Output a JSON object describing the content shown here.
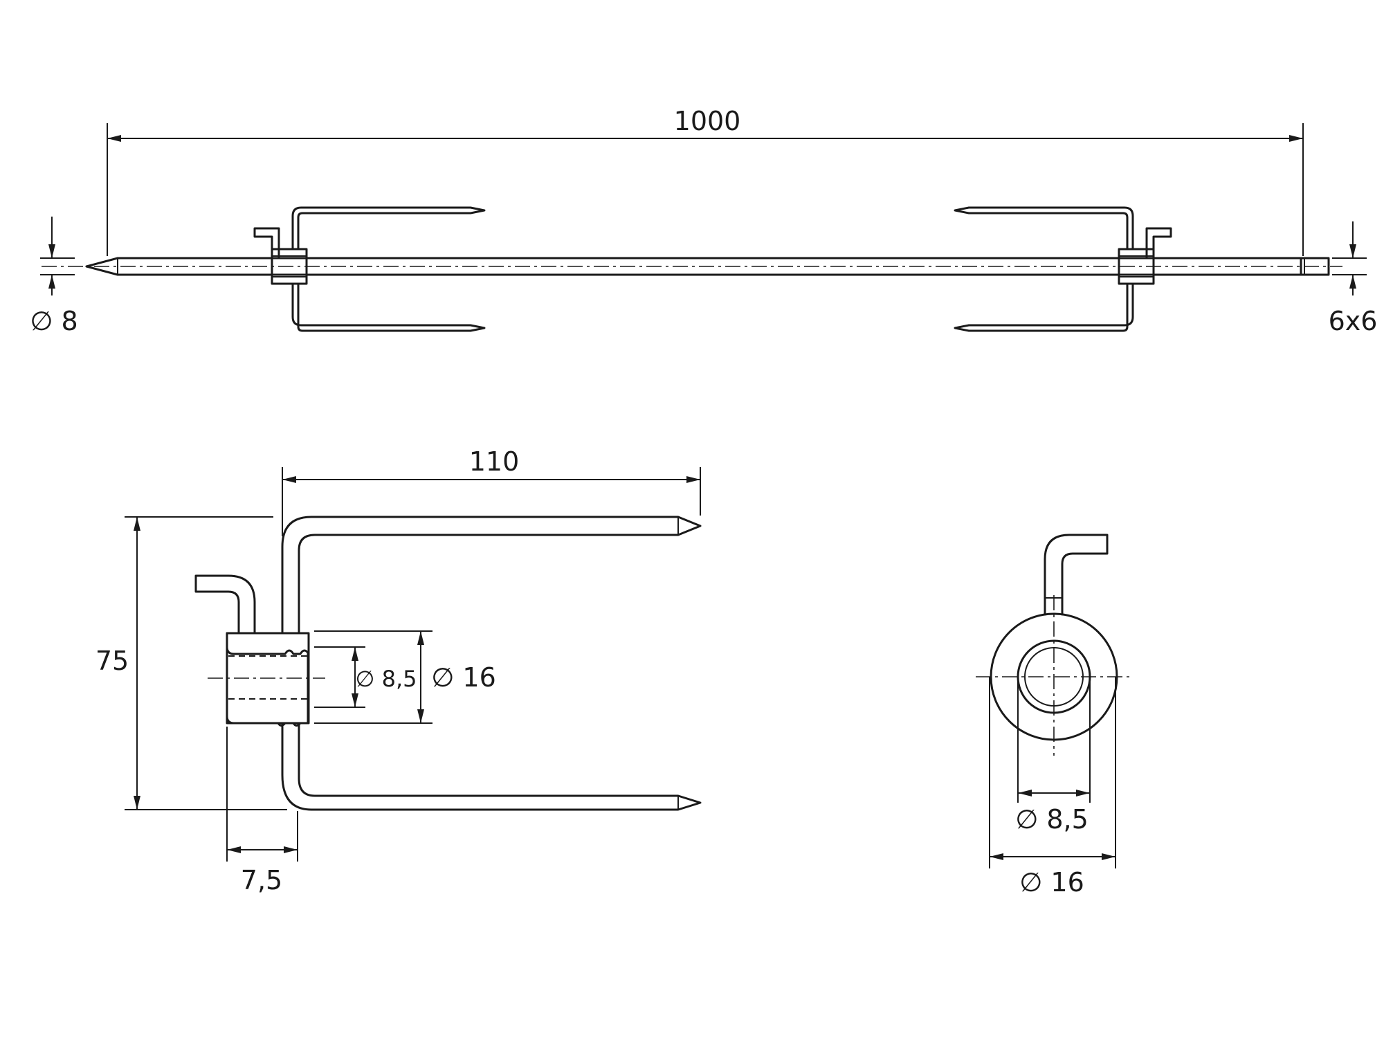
{
  "dimensions": {
    "total_length": "1000",
    "shaft_diameter": "∅ 8",
    "square_end": "6x6",
    "fork_length": "110",
    "fork_height": "75",
    "hub_width": "7,5",
    "hub_bore_side": "∅ 8,5",
    "hub_outer_side": "∅ 16",
    "hub_bore_end": "∅ 8,5",
    "hub_outer_end": "∅ 16"
  }
}
